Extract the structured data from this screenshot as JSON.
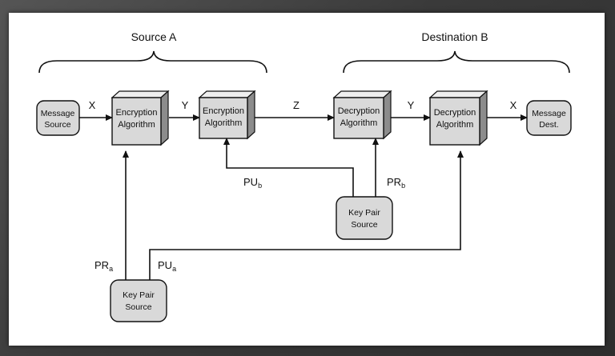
{
  "groups": {
    "source": "Source A",
    "destination": "Destination B"
  },
  "boxes": {
    "message_source": [
      "Message",
      "Source"
    ],
    "encrypt1": [
      "Encryption",
      "Algorithm"
    ],
    "encrypt2": [
      "Encryption",
      "Algorithm"
    ],
    "decrypt1": [
      "Decryption",
      "Algorithm"
    ],
    "decrypt2": [
      "Decryption",
      "Algorithm"
    ],
    "message_dest": [
      "Message",
      "Dest."
    ],
    "keypair_b": [
      "Key Pair",
      "Source"
    ],
    "keypair_a": [
      "Key Pair",
      "Source"
    ]
  },
  "edge_labels": {
    "x_in": "X",
    "y_mid": "Y",
    "z": "Z",
    "y_dest": "Y",
    "x_out": "X"
  },
  "keys": {
    "pu_b": {
      "main": "PU",
      "sub": "b"
    },
    "pr_b": {
      "main": "PR",
      "sub": "b"
    },
    "pr_a": {
      "main": "PR",
      "sub": "a"
    },
    "pu_a": {
      "main": "PU",
      "sub": "a"
    }
  },
  "colors": {
    "box_fill": "#d9d9d9",
    "box_top": "#efefef",
    "box_side": "#8c8c8c",
    "line": "#111111",
    "background": "#3b3b3b",
    "frame": "#ffffff"
  }
}
